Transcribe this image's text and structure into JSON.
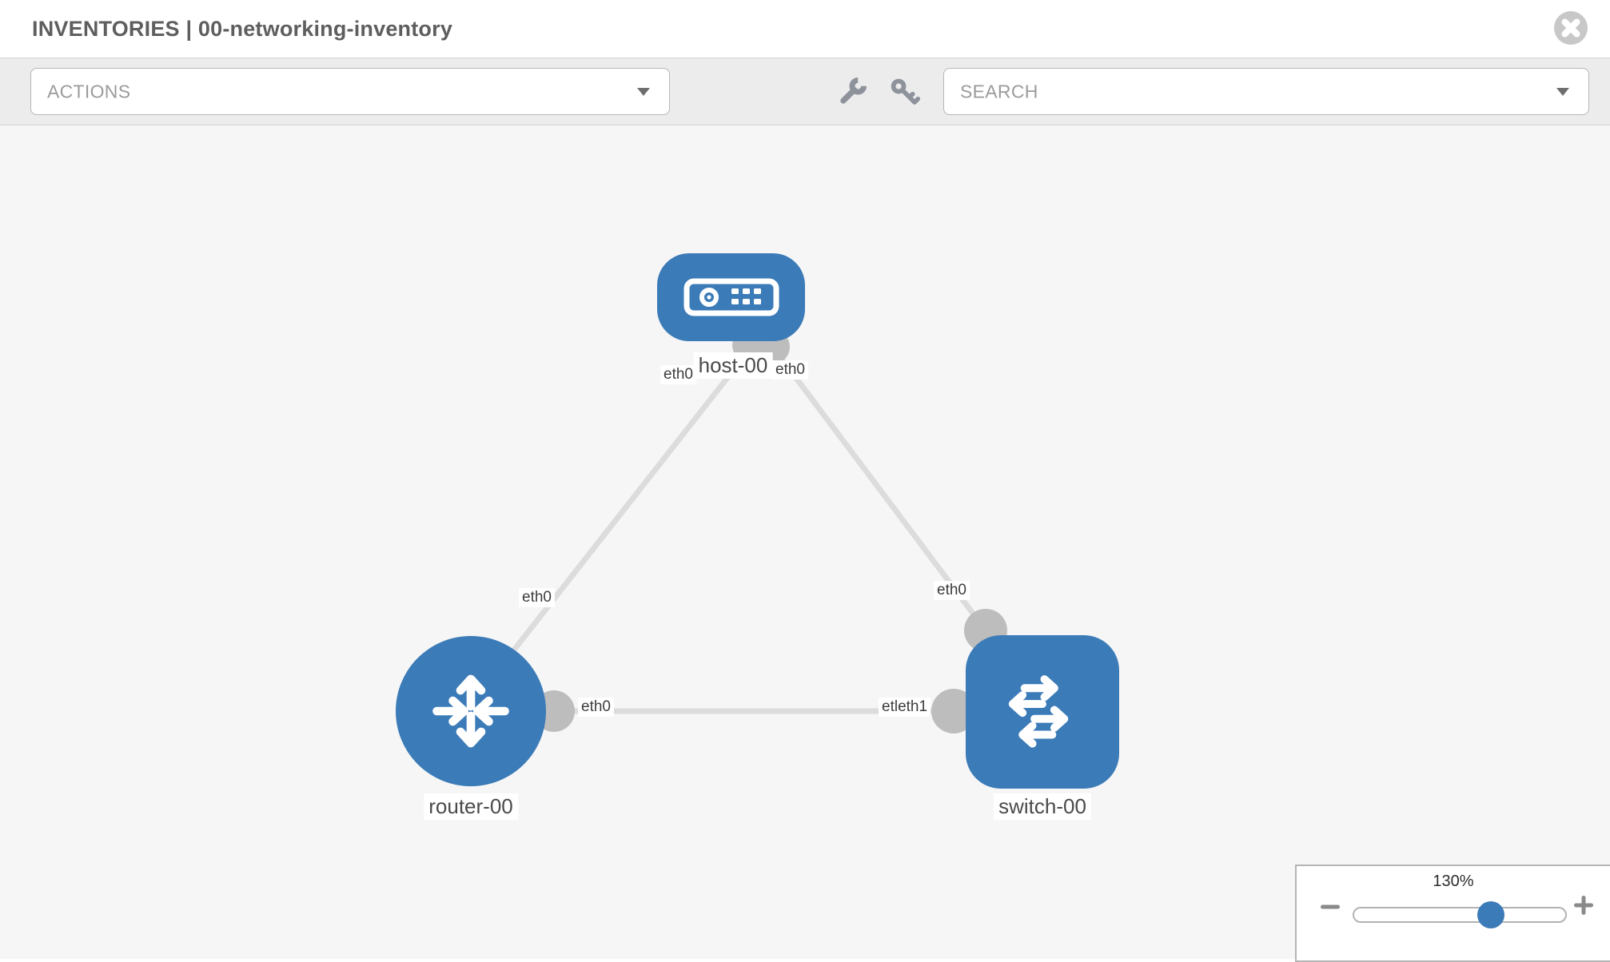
{
  "header": {
    "title": "INVENTORIES | 00-networking-inventory"
  },
  "toolbar": {
    "actions_label": "ACTIONS",
    "search_label": "SEARCH"
  },
  "icons": {
    "header": [
      "close-icon"
    ],
    "toolbar": [
      "wrench-icon",
      "key-icon",
      "chevron-down-icon"
    ],
    "zoom": [
      "minus-icon",
      "plus-icon"
    ]
  },
  "colors": {
    "node_blue": "#3b7bb8",
    "link_gray": "#dcdcdc",
    "connector_gray": "#bdbdbd"
  },
  "topology": {
    "nodes": [
      {
        "type": "host",
        "icon": "host-icon",
        "label": "host-00"
      },
      {
        "type": "router",
        "icon": "router-icon",
        "label": "router-00"
      },
      {
        "type": "switch",
        "icon": "switch-icon",
        "label": "switch-00"
      }
    ],
    "port_labels": {
      "host_left": "eth0",
      "host_right": "eth0",
      "router_top": "eth0",
      "router_right": "eth0",
      "switch_top": "eth0",
      "switch_left": "etleth1"
    }
  },
  "zoom_control": {
    "level": "130%"
  }
}
